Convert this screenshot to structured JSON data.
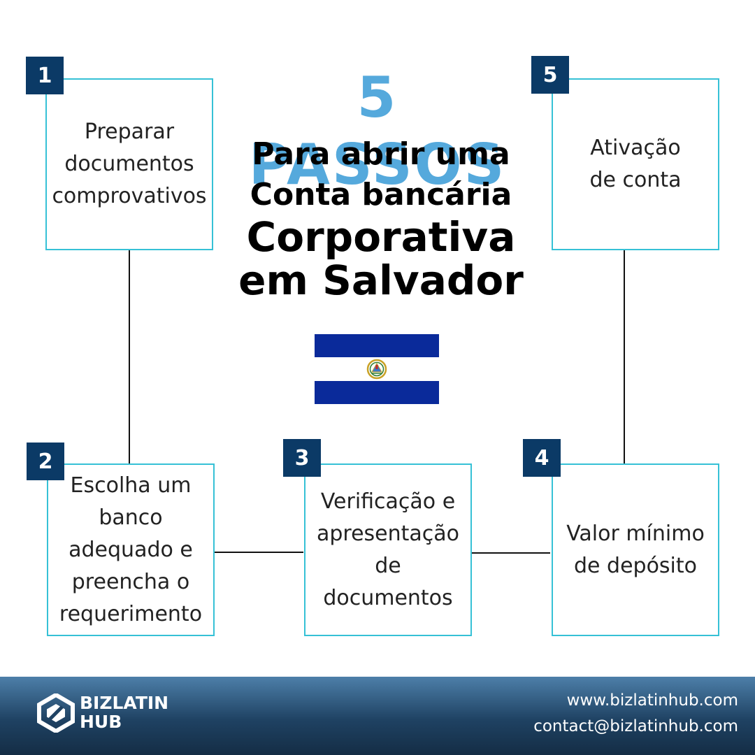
{
  "header": {
    "headline": "5 PASSOS",
    "subtitle_line1": "Para abrir uma",
    "subtitle_line2": "Conta bancária",
    "subtitle_line3": "Corporativa",
    "subtitle_line4": "em Salvador"
  },
  "steps": [
    {
      "number": "1",
      "text": "Preparar\ndocumentos\ncomprovativos"
    },
    {
      "number": "2",
      "text": "Escolha um\nbanco\nadequado e\npreencha o\nrequerimento"
    },
    {
      "number": "3",
      "text": "Verificação e\napresentação\nde\ndocumentos"
    },
    {
      "number": "4",
      "text": "Valor mínimo\nde depósito"
    },
    {
      "number": "5",
      "text": "Ativação\nde conta"
    }
  ],
  "flag": {
    "stripe_color": "#0a2a9a",
    "middle_color": "#ffffff",
    "emblem": "coat-of-arms-emblem"
  },
  "footer": {
    "logo_line1": "BIZLATIN",
    "logo_line2": "HUB",
    "website": "www.bizlatinhub.com",
    "email": "contact@bizlatinhub.com"
  },
  "colors": {
    "accent": "#55a9dc",
    "badge": "#0b3a66",
    "box_border": "#36c1d6"
  }
}
